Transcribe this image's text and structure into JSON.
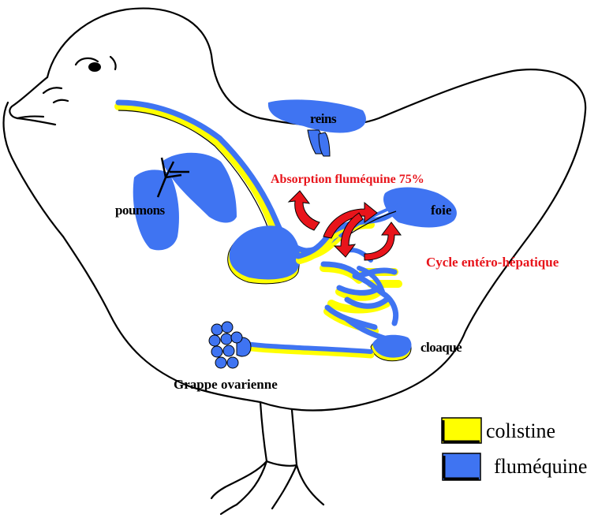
{
  "labels": {
    "reins": "reins",
    "poumons": "poumons",
    "foie": "foie",
    "absorption": "Absorption fluméquine 75%",
    "cycle": "Cycle entéro-hépatique",
    "cloaque": "cloaque",
    "grappe": "Grappe ovarienne"
  },
  "legend": [
    {
      "label": "colistine",
      "color": "#ffff00"
    },
    {
      "label": "fluméquine",
      "color": "#3f74f2"
    }
  ],
  "colors": {
    "colistine": "#ffff00",
    "flumequine": "#3f74f2",
    "arrow": "#e8141b",
    "outline": "#000000"
  }
}
